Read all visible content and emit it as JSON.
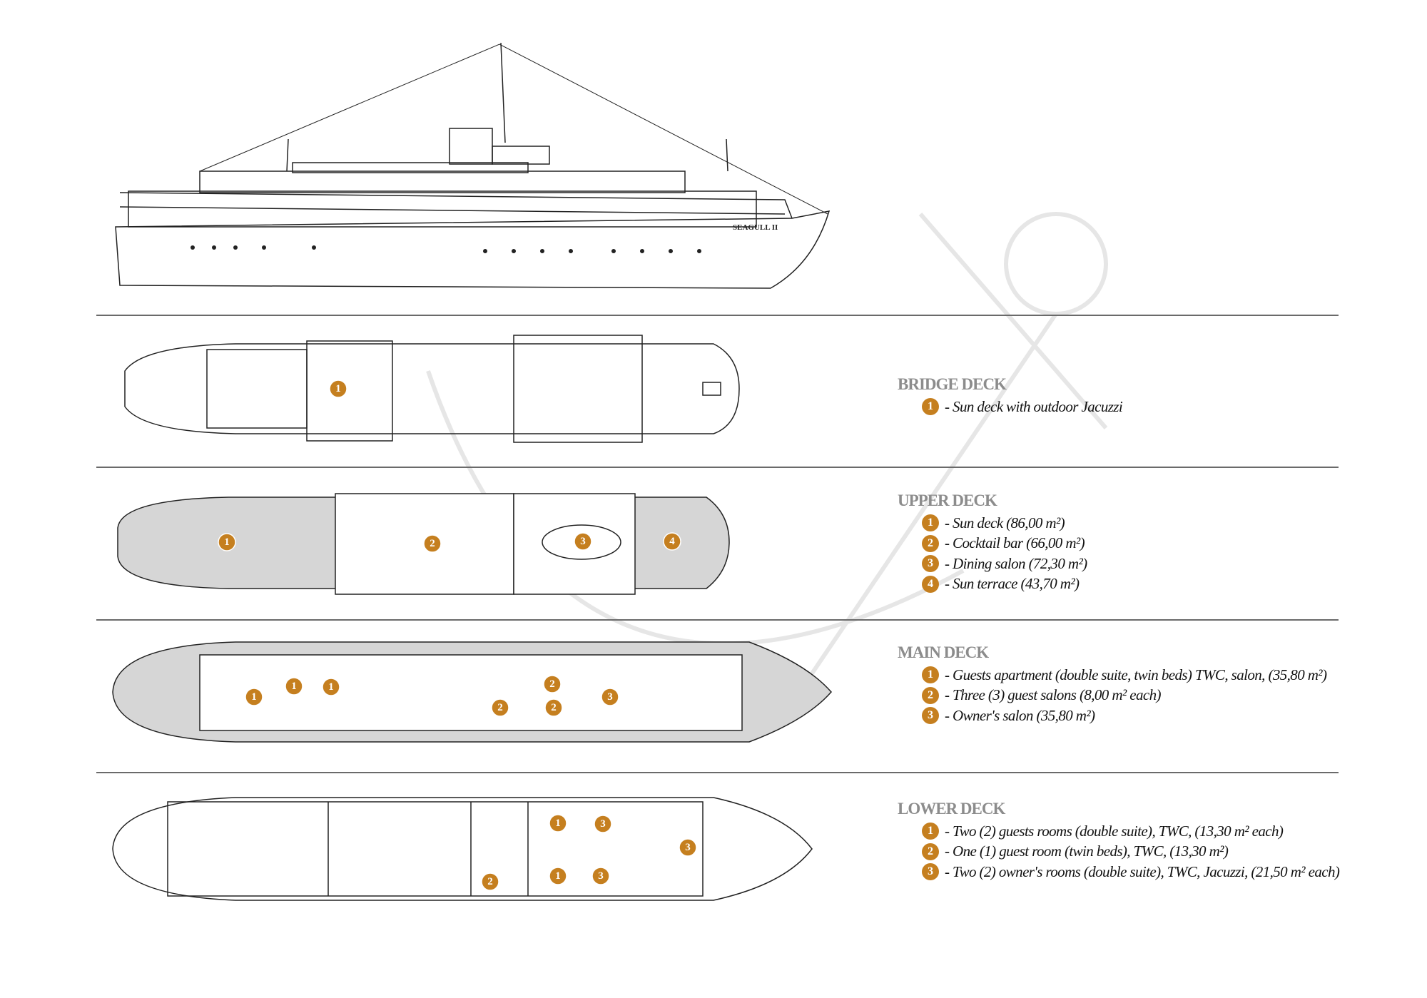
{
  "vessel_name": "SEAGULL II",
  "decks": [
    {
      "title": "BRIDGE DECK",
      "items": [
        {
          "num": "1",
          "text": "- Sun deck with outdoor Jacuzzi"
        }
      ],
      "markers": [
        "1"
      ]
    },
    {
      "title": "UPPER DECK",
      "items": [
        {
          "num": "1",
          "text": "- Sun deck (86,00 m²)"
        },
        {
          "num": "2",
          "text": "- Cocktail bar (66,00 m²)"
        },
        {
          "num": "3",
          "text": "- Dining salon (72,30 m²)"
        },
        {
          "num": "4",
          "text": "- Sun terrace (43,70 m²)"
        }
      ],
      "markers": [
        "1",
        "2",
        "3",
        "4"
      ]
    },
    {
      "title": "MAIN DECK",
      "items": [
        {
          "num": "1",
          "text": "- Guests apartment (double suite, twin beds) TWC, salon, (35,80 m²)"
        },
        {
          "num": "2",
          "text": "- Three (3) guest salons (8,00 m² each)"
        },
        {
          "num": "3",
          "text": "- Owner's salon (35,80 m²)"
        }
      ],
      "markers": [
        "1",
        "1",
        "1",
        "2",
        "2",
        "2",
        "3"
      ]
    },
    {
      "title": "LOWER DECK",
      "items": [
        {
          "num": "1",
          "text": "- Two (2) guests rooms (double suite), TWC, (13,30 m² each)"
        },
        {
          "num": "2",
          "text": "- One (1) guest room (twin beds), TWC, (13,30 m²)"
        },
        {
          "num": "3",
          "text": "- Two (2) owner's rooms (double suite), TWC, Jacuzzi, (21,50 m² each)"
        }
      ],
      "markers": [
        "1",
        "3",
        "3",
        "2",
        "1",
        "3"
      ]
    }
  ],
  "colors": {
    "accent": "#c57f1f",
    "heading": "#8c8c8c",
    "line": "#6a6a6a"
  }
}
